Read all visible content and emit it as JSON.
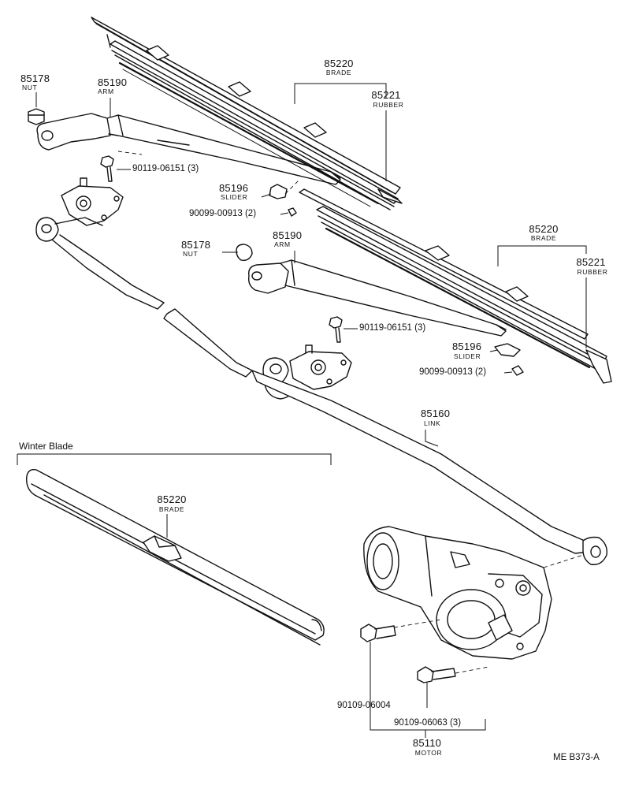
{
  "section_title": "Winter Blade",
  "ref_code": "ME B373-A",
  "parts": {
    "blade_upper": {
      "number": "85220",
      "name": "BRADE"
    },
    "rubber_upper": {
      "number": "85221",
      "name": "RUBBER"
    },
    "nut_upper": {
      "number": "85178",
      "name": "NUT"
    },
    "arm_upper": {
      "number": "85190",
      "name": "ARM"
    },
    "bolt_upper": {
      "number": "90119-06151 (3)"
    },
    "slider_upper": {
      "number": "85196",
      "name": "SLIDER"
    },
    "screw_upper": {
      "number": "90099-00913 (2)"
    },
    "blade_lower": {
      "number": "85220",
      "name": "BRADE"
    },
    "rubber_lower": {
      "number": "85221",
      "name": "RUBBER"
    },
    "nut_lower": {
      "number": "85178",
      "name": "NUT"
    },
    "arm_lower": {
      "number": "85190",
      "name": "ARM"
    },
    "bolt_lower": {
      "number": "90119-06151 (3)"
    },
    "slider_lower": {
      "number": "85196",
      "name": "SLIDER"
    },
    "screw_lower": {
      "number": "90099-00913 (2)"
    },
    "link": {
      "number": "85160",
      "name": "LINK"
    },
    "winter_blade": {
      "number": "85220",
      "name": "BRADE"
    },
    "motor_bolt_a": {
      "number": "90109-06004"
    },
    "motor_bolt_b": {
      "number": "90109-06063 (3)"
    },
    "motor": {
      "number": "85110",
      "name": "MOTOR"
    }
  }
}
